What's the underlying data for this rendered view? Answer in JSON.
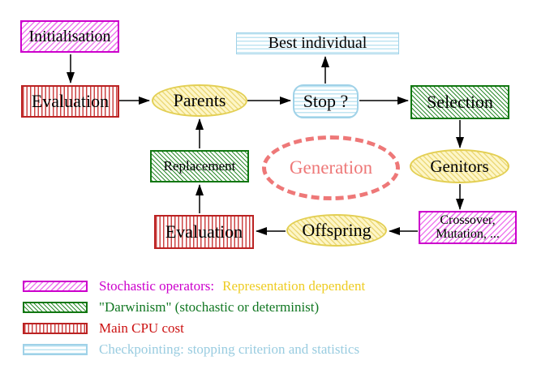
{
  "diagram": {
    "nodes": {
      "initialisation": {
        "label": "Initialisation",
        "style": "stochastic-operator"
      },
      "evaluation_top": {
        "label": "Evaluation",
        "style": "main-cpu-cost"
      },
      "parents": {
        "label": "Parents",
        "style": "population-ellipse"
      },
      "best_individual": {
        "label": "Best individual",
        "style": "checkpointing"
      },
      "stop": {
        "label": "Stop ?",
        "style": "checkpointing"
      },
      "selection": {
        "label": "Selection",
        "style": "darwinism"
      },
      "genitors": {
        "label": "Genitors",
        "style": "population-ellipse"
      },
      "replacement": {
        "label": "Replacement",
        "style": "darwinism"
      },
      "generation": {
        "label": "Generation",
        "style": "dashed-loop-ellipse"
      },
      "evaluation_bottom": {
        "label": "Evaluation",
        "style": "main-cpu-cost"
      },
      "crossover": {
        "label_line1": "Crossover,",
        "label_line2": "Mutation, ...",
        "style": "stochastic-operator"
      }
    },
    "flow": [
      "Initialisation -> Evaluation",
      "Evaluation -> Parents",
      "Parents -> Stop ?",
      "Stop ? -> Best individual",
      "Stop ? -> Selection",
      "Selection -> Genitors",
      "Genitors -> Crossover, Mutation, ...",
      "Crossover, Mutation, ... -> Offspring",
      "Offspring -> Evaluation",
      "Evaluation -> Replacement",
      "Replacement -> Parents"
    ]
  },
  "legend": {
    "items": [
      {
        "swatch": "magenta-diagonal-hatch",
        "label": "Stochastic operators:",
        "label2": "Representation dependent"
      },
      {
        "swatch": "green-diagonal-hatch",
        "label": "\"Darwinism\" (stochastic or determinist)",
        "label2": ""
      },
      {
        "swatch": "red-vertical-lines",
        "label": "Main CPU cost",
        "label2": ""
      },
      {
        "swatch": "cyan-horizontal-lines",
        "label": "Checkpointing: stopping criterion and statistics",
        "label2": ""
      }
    ]
  },
  "colors": {
    "magenta_border": "#cc00cc",
    "magenta_hatch": "#ee7bee",
    "green_border": "#117711",
    "green_hatch": "#2e8b2e",
    "red_border": "#bb2222",
    "red_hatch": "#cc4444",
    "cyan_border": "#a0d2e8",
    "cyan_hatch": "#bfe4f2",
    "yellow_border": "#e3cf53",
    "yellow_fill": "#fdf6c8",
    "generation_dash": "#ee7878",
    "legend_gold_text": "#eecc22",
    "legend_green_text": "#117722",
    "legend_red_text": "#cc1111",
    "legend_cyan_text": "#99cce0",
    "arrow": "#000000"
  }
}
